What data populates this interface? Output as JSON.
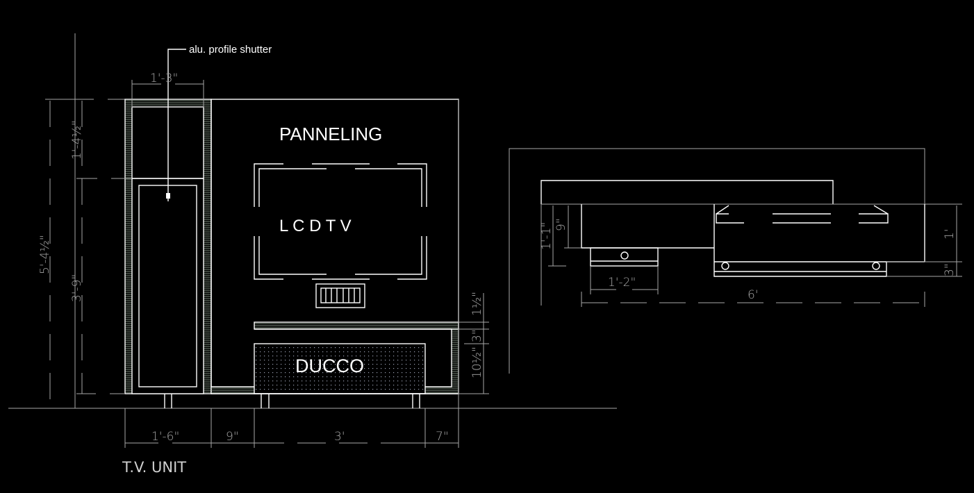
{
  "drawing": {
    "title": "T.V. UNIT",
    "background": "#000000",
    "line_color": "#ffffff",
    "dim_color": "#a8a8a8"
  },
  "elevation": {
    "labels": {
      "panneling": "PANNELING",
      "lcd_tv": "L C D T V",
      "ducco": "DUCCO",
      "callout": "alu. profile shutter"
    },
    "dimensions": {
      "shutter_width": "1'-3\"",
      "total_height": "5'-4½\"",
      "upper_height": "1'-4½\"",
      "lower_height": "3'-9\"",
      "gap_top": "1½\"",
      "shelf": "3\"",
      "ducco_height": "10½\"",
      "bottom": [
        "1'-6\"",
        "9\"",
        "3'",
        "7\""
      ]
    }
  },
  "plan": {
    "dimensions": {
      "depth_left_outer": "1'-1\"",
      "depth_left_inner": "9\"",
      "drawer_width": "1'-2\"",
      "overall_width": "6'",
      "depth_right": "1'",
      "depth_right_small": "3\""
    }
  }
}
